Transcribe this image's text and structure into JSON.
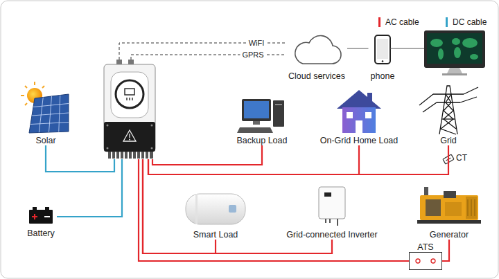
{
  "diagram": {
    "nodes": [
      {
        "text": []
      },
      {
        "text": [
          "Cloud services"
        ]
      },
      {
        "text": [
          "phone"
        ]
      },
      {
        "text": [
          "Solar"
        ]
      },
      {
        "text": [
          "Backup Load"
        ]
      },
      {
        "text": [
          "On-Grid Home Load"
        ]
      },
      {
        "text": [
          "Grid"
        ]
      },
      {
        "text": [
          "Battery"
        ]
      },
      {
        "text": [
          "Smart Load"
        ]
      },
      {
        "text": [
          "Grid-connected Inverter"
        ]
      },
      {
        "text": [
          "Generator"
        ]
      },
      {
        "text": [
          "ATS"
        ]
      }
    ],
    "edges": [
      {
        "from": 3,
        "to": 0,
        "arrow": "none"
      },
      {
        "from": 7,
        "to": 0,
        "arrow": "none"
      },
      {
        "from": 0,
        "to": 1,
        "label": "WiFI",
        "arrow": "none"
      },
      {
        "from": 0,
        "to": 1,
        "label": "GPRS",
        "arrow": "none"
      },
      {
        "from": 1,
        "to": 2,
        "arrow": "none"
      },
      {
        "from": 0,
        "to": 4,
        "arrow": "none"
      },
      {
        "from": 0,
        "to": 5,
        "arrow": "none"
      },
      {
        "from": 0,
        "to": 6,
        "arrow": "none"
      },
      {
        "from": 0,
        "to": 8,
        "arrow": "none"
      },
      {
        "from": 0,
        "to": 9,
        "arrow": "none"
      },
      {
        "from": 10,
        "to": 11,
        "arrow": "none"
      },
      {
        "from": 11,
        "to": 0,
        "arrow": "none"
      }
    ],
    "labels": [
      "CT"
    ],
    "legend": [
      {
        "text": "AC cable",
        "color": "#e3262b"
      },
      {
        "text": "DC cable",
        "color": "#35a3c9"
      }
    ]
  }
}
